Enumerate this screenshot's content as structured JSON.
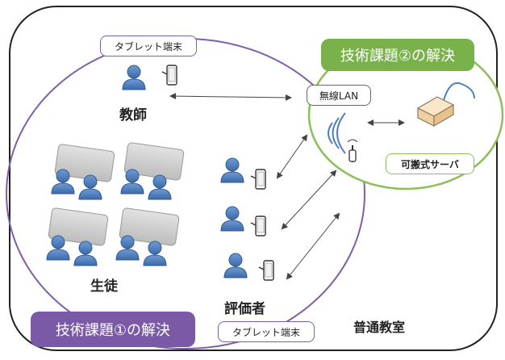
{
  "labels": {
    "tablet_top": "タブレット端末",
    "teacher": "教師",
    "students": "生徒",
    "evaluator": "評価者",
    "tablet_bottom": "タブレット端末",
    "classroom": "普通教室",
    "wireless": "無線LAN",
    "server": "可搬式サーバ"
  },
  "banners": {
    "issue1": "技術課題①の解決",
    "issue2": "技術課題②の解決"
  },
  "colors": {
    "outline": "#7d5fa8",
    "banner1": "#7a5aa6",
    "banner2": "#79b24a",
    "green_border": "#8cbf5a",
    "person": "#4f7fbf",
    "desk": "#d0d0d0"
  }
}
